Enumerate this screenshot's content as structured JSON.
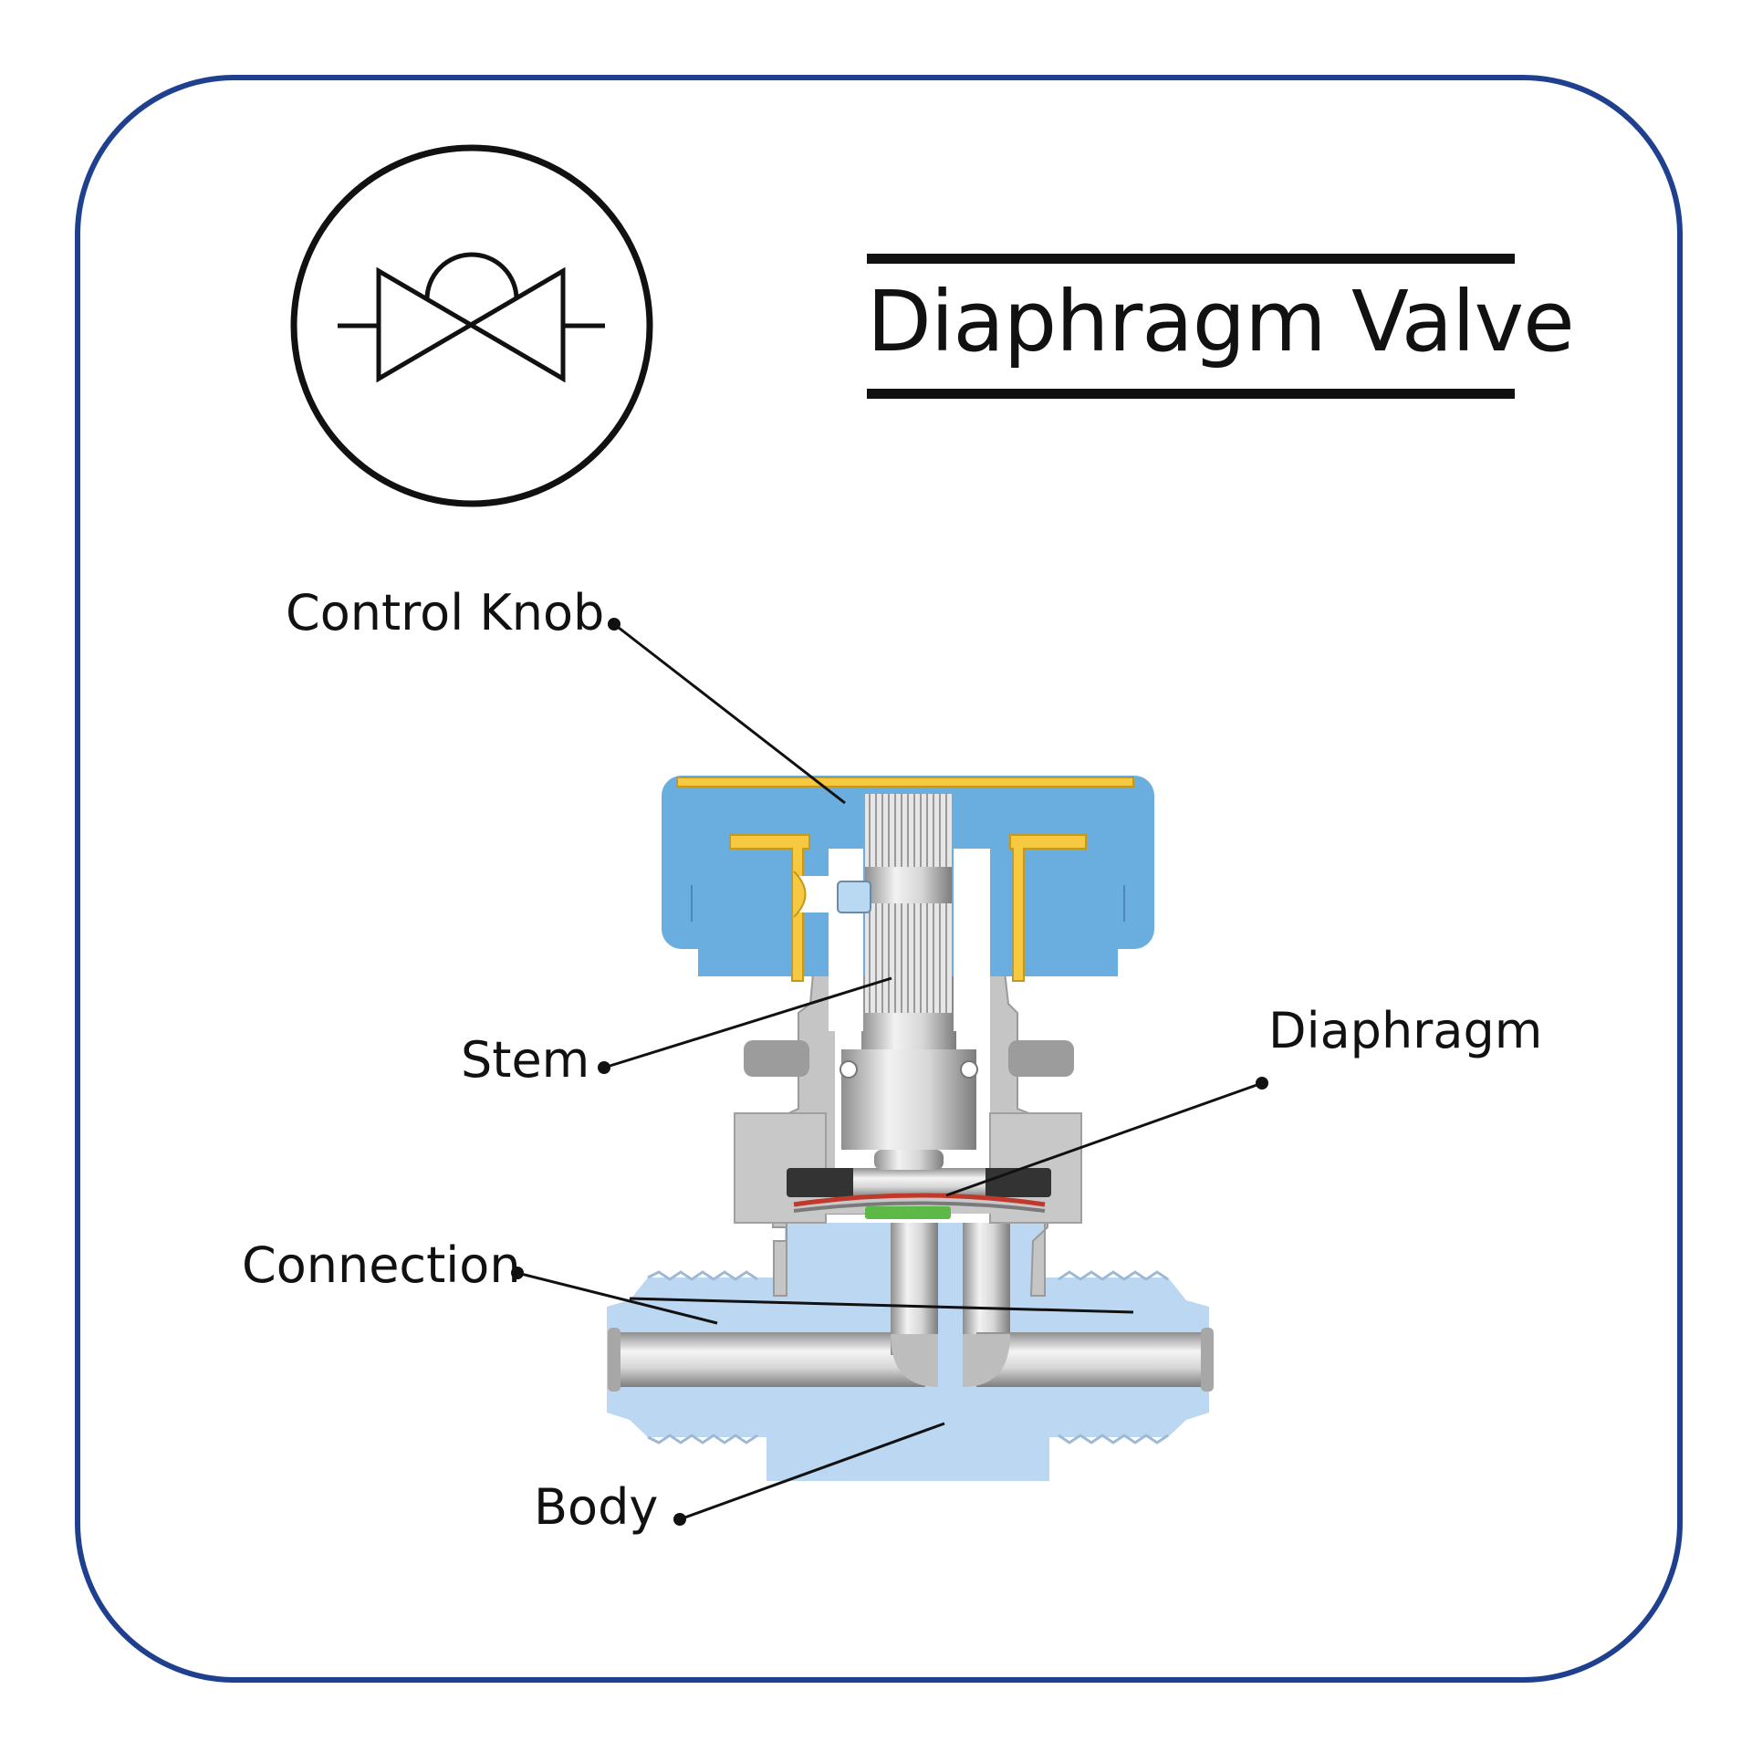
{
  "title": "Diaphragm Valve",
  "labels": {
    "control_knob": "Control Knob",
    "stem": "Stem",
    "diaphragm": "Diaphragm",
    "connection": "Connection",
    "body": "Body"
  },
  "colors": {
    "frame": "#1f3f8f",
    "knob": "#6aaee0",
    "insert": "#f7c940",
    "body_fluid": "#bcd7f1",
    "metal": "#c9c9c9",
    "seal": "#333333",
    "seat": "#5cb847",
    "diaphragm": "#c0392b"
  },
  "icon": "diaphragm-valve-symbol-icon"
}
